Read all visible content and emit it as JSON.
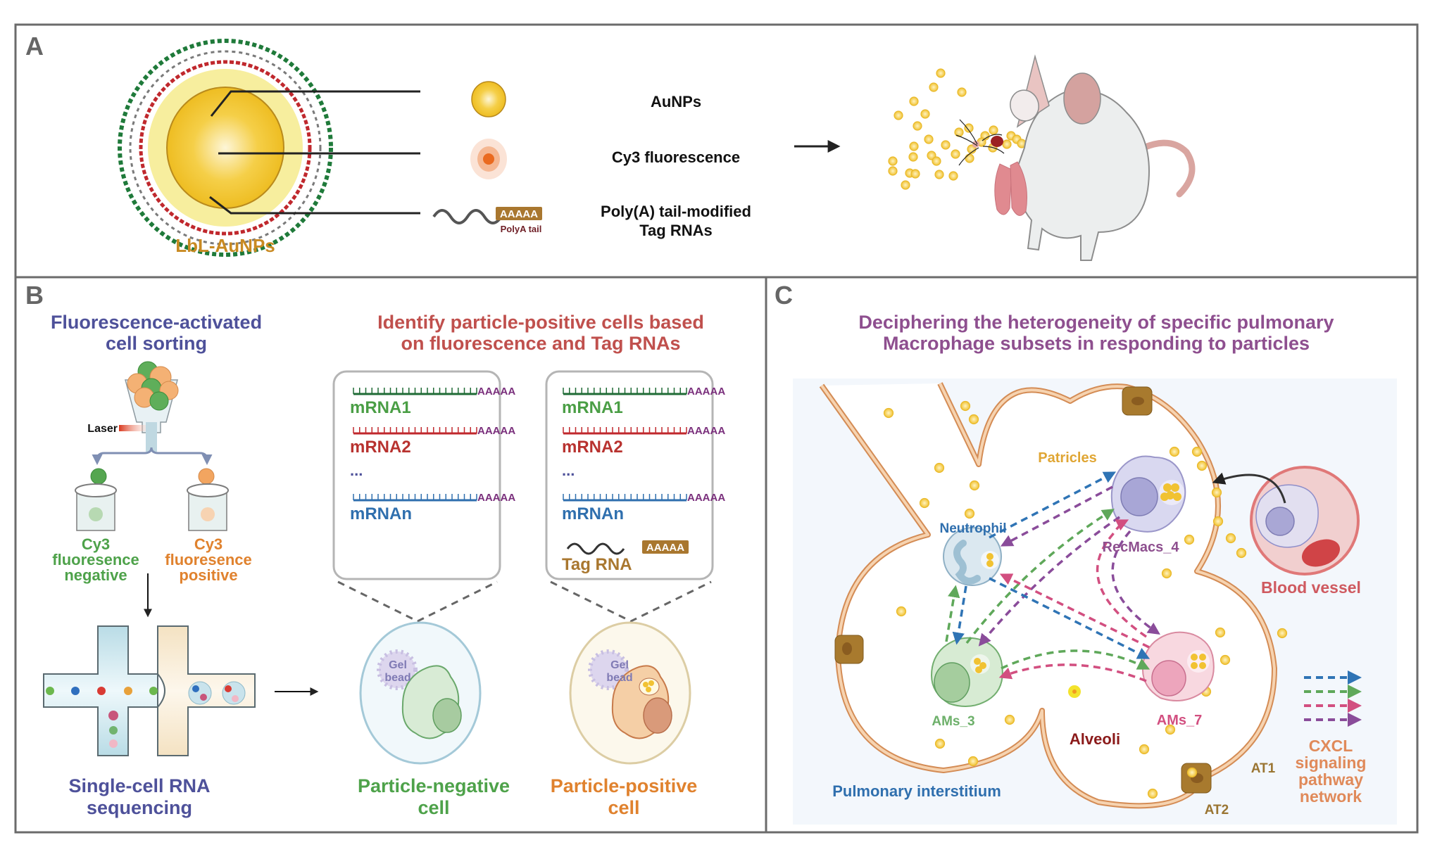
{
  "panels": {
    "a": {
      "label": "A",
      "nanoparticle_label": "LbL-AuNPs",
      "legend": [
        {
          "icon": "gold-nanoparticle-icon",
          "text": "AuNPs"
        },
        {
          "icon": "cy3-fluorescence-icon",
          "text": "Cy3 fluorescence"
        },
        {
          "icon": "tag-rna-icon",
          "text_line1": "Poly(A) tail-modified",
          "text_line2": "Tag RNAs"
        }
      ],
      "polya_box": "AAAAA",
      "polya_caption": "PolyA tail",
      "subject_icon": "mouse-with-lungs-icon"
    },
    "b": {
      "label": "B",
      "facs_title_line1": "Fluorescence-activated",
      "facs_title_line2": "cell sorting",
      "laser_label": "Laser",
      "negative_line1": "Cy3",
      "negative_line2": "fluoresence",
      "negative_line3": "negative",
      "positive_line1": "Cy3",
      "positive_line2": "fluoresence",
      "positive_line3": "positive",
      "scrna_line1": "Single-cell RNA",
      "scrna_line2": "sequencing",
      "identify_line1": "Identify particle-positive cells based",
      "identify_line2": "on fluorescence and Tag RNAs",
      "polya": "AAAAA",
      "ellipsis": "...",
      "negative_box": {
        "mrnas": [
          {
            "name": "mRNA1",
            "color": "#4a9e45",
            "line": "#1f6b35"
          },
          {
            "name": "mRNA2",
            "color": "#b8322f",
            "line": "#c0282d"
          },
          {
            "name": "mRNAn",
            "color": "#2f6fae",
            "line": "#2f6fae"
          }
        ]
      },
      "positive_box": {
        "mrnas": [
          {
            "name": "mRNA1",
            "color": "#4a9e45",
            "line": "#1f6b35"
          },
          {
            "name": "mRNA2",
            "color": "#b8322f",
            "line": "#c0282d"
          },
          {
            "name": "mRNAn",
            "color": "#2f6fae",
            "line": "#2f6fae"
          }
        ],
        "tag_rna_label": "Tag RNA",
        "tag_polya": "AAAAA"
      },
      "gel_bead_line1": "Gel",
      "gel_bead_line2": "bead",
      "particle_negative_line1": "Particle-negative",
      "particle_negative_line2": "cell",
      "particle_positive_line1": "Particle-positive",
      "particle_positive_line2": "cell"
    },
    "c": {
      "label": "C",
      "title_line1": "Deciphering the heterogeneity of specific pulmonary",
      "title_line2": "Macrophage subsets in responding to particles",
      "particles_label": "Patricles",
      "neutrophil_label": "Neutrophil",
      "recmacs_label": "RecMacs_4",
      "ams3_label": "AMs_3",
      "ams7_label": "AMs_7",
      "alveoli_label": "Alveoli",
      "interstitium_label": "Pulmonary interstitium",
      "blood_vessel_label": "Blood vessel",
      "at1_label": "AT1",
      "at2_label": "AT2",
      "legend_line1": "CXCL",
      "legend_line2": "signaling",
      "legend_line3": "pathway",
      "legend_line4": "network",
      "arrow_colors": [
        "#2f74b5",
        "#5fa85a",
        "#d24f80",
        "#8a4c9a"
      ]
    }
  },
  "colors": {
    "border": "#6b6b6b",
    "gold": "#f2c230",
    "lbl_label": "#c98a22",
    "facs_title": "#4e519a",
    "identify_title": "#c0504d",
    "c_title": "#8e4f8f",
    "negative_green": "#4ea24a",
    "positive_orange": "#e0822e",
    "polya_purple": "#7a2f7c",
    "tag_brown": "#a9772f",
    "blood_vessel": "#cf5a60",
    "alveoli": "#8b1a1a",
    "interstitium": "#2f6fae",
    "cxcl": "#e08a5a",
    "at": "#9a7532"
  }
}
